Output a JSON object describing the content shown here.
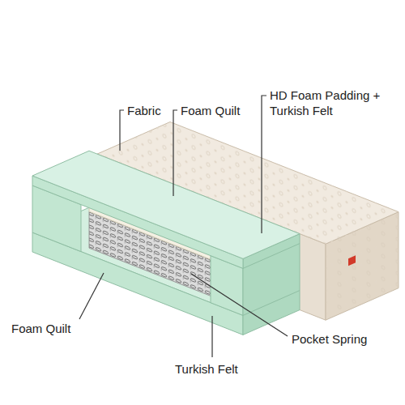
{
  "diagram": {
    "labels": [
      "Fabric",
      "Foam Quilt",
      "HD Foam Padding + Turkish Felt",
      "Foam Quilt",
      "Pocket Spring",
      "Turkish Felt"
    ]
  }
}
